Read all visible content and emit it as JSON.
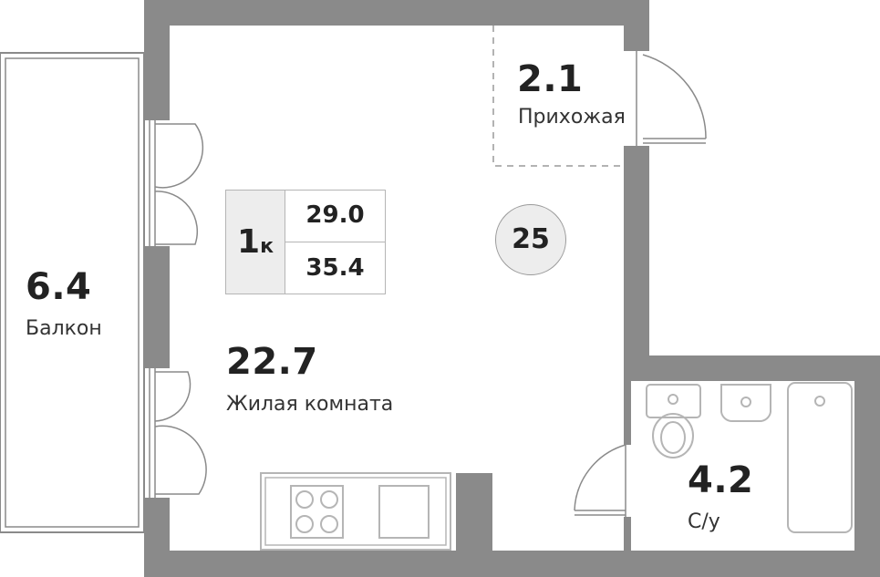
{
  "unit": {
    "rooms_count": "1",
    "rooms_suffix": "к",
    "living_area": "29.0",
    "total_area": "35.4",
    "number": "25"
  },
  "rooms": {
    "hall": {
      "area": "2.1",
      "name": "Прихожая"
    },
    "living": {
      "area": "22.7",
      "name": "Жилая комната"
    },
    "balcony": {
      "area": "6.4",
      "name": "Балкон"
    },
    "bathroom": {
      "area": "4.2",
      "name": "С/у"
    }
  },
  "colors": {
    "wall": "#8a8a8a",
    "fixture": "#b5b5b5",
    "badge_fill": "#ededed",
    "text": "#222222"
  }
}
